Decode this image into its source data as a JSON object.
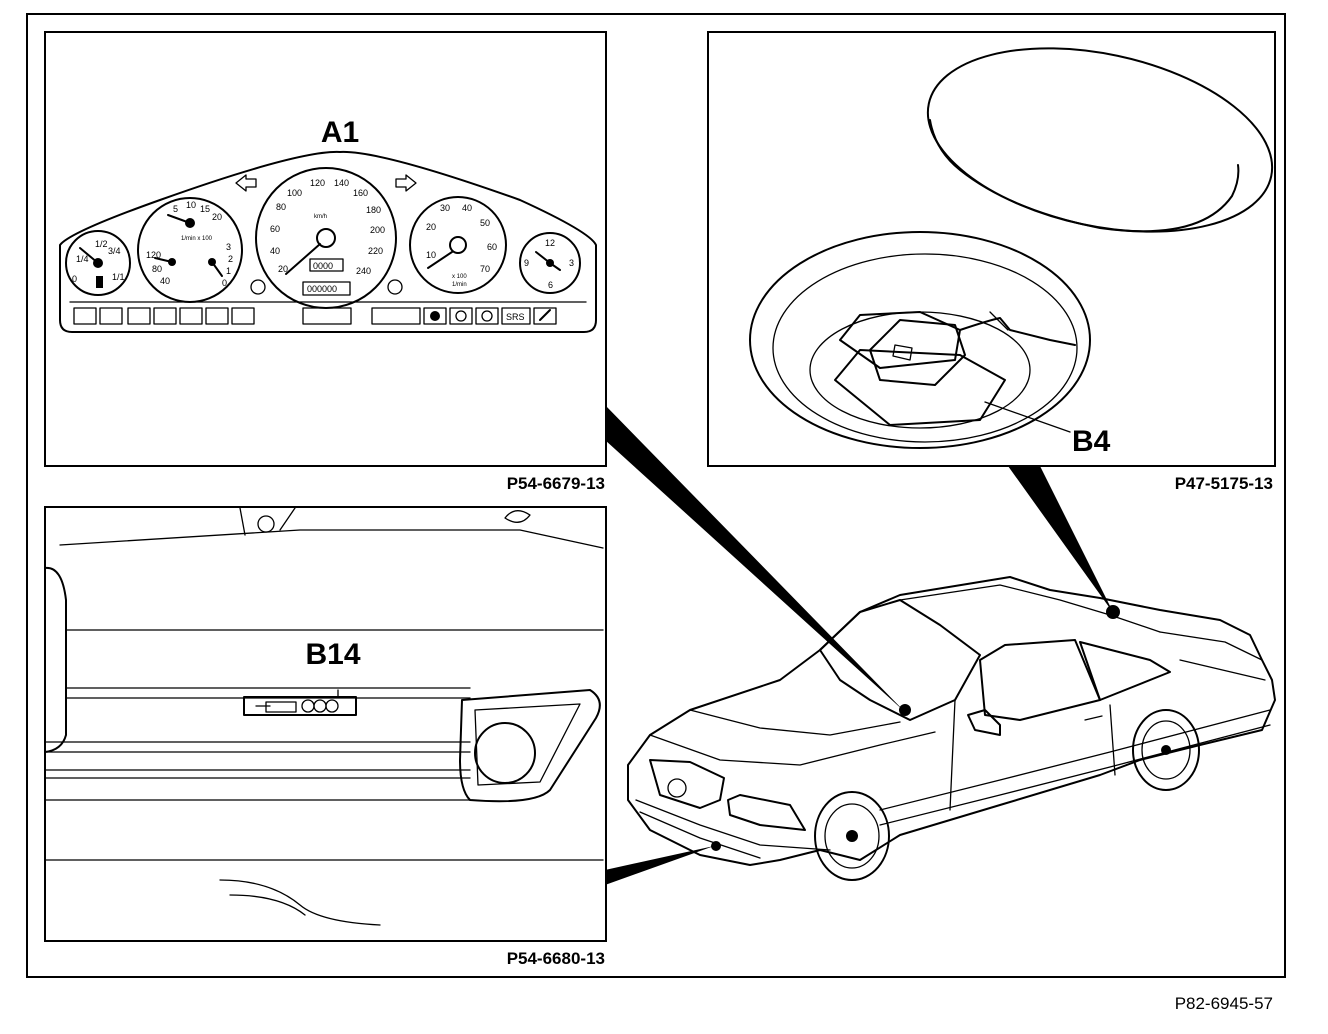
{
  "figure_code": "P82-6945-57",
  "panels": {
    "instrument_cluster": {
      "label": "A1",
      "code": "P54-6679-13"
    },
    "trunk_sensor": {
      "label": "B4",
      "code": "P47-5175-13"
    },
    "bumper_sensor": {
      "label": "B14",
      "code": "P54-6680-13"
    }
  },
  "gauges": {
    "fuel": [
      "1/2",
      "3/4",
      "1/4",
      "1/1",
      "0"
    ],
    "tachometer": [
      "5",
      "10",
      "15",
      "20",
      "1/min x 100"
    ],
    "temperature": [
      "120",
      "80",
      "40"
    ],
    "oil": [
      "3",
      "2",
      "1",
      "0"
    ],
    "speedometer": [
      "100",
      "120",
      "140",
      "160",
      "180",
      "200",
      "220",
      "240",
      "80",
      "60",
      "40",
      "20",
      "km/h"
    ],
    "odometer": "0000",
    "trip": "000000",
    "tach_right": [
      "30",
      "40",
      "50",
      "20",
      "60",
      "10",
      "70",
      "x 100",
      "1/min"
    ],
    "clock": [
      "12",
      "3",
      "6",
      "9"
    ],
    "srs": "SRS"
  }
}
